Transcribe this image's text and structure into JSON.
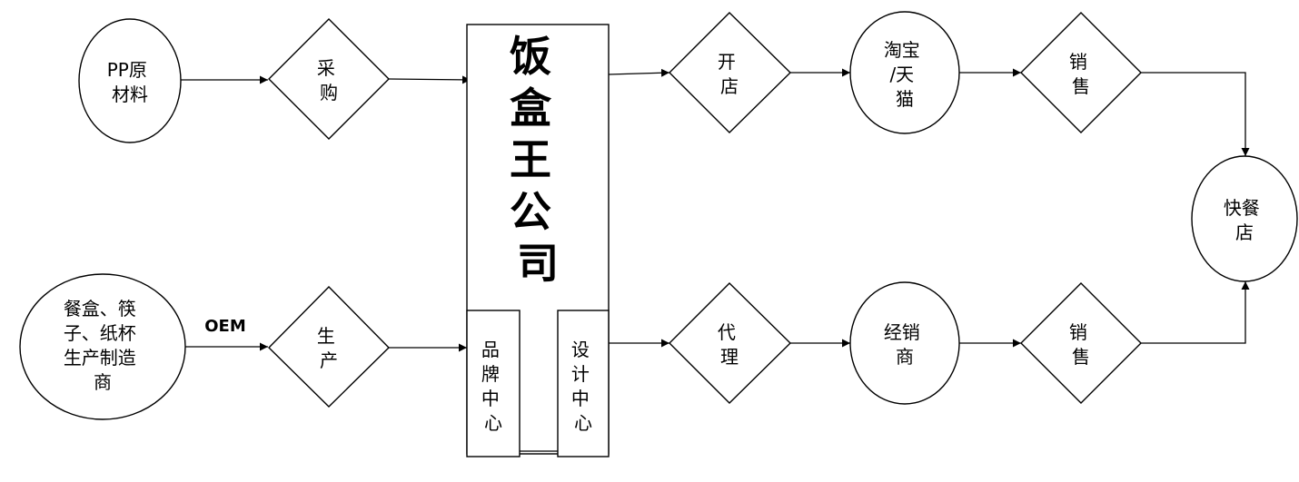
{
  "nodes": {
    "pp": [
      "PP原",
      "材料"
    ],
    "maker": [
      "餐盒、筷",
      "子、纸杯",
      "生产制造",
      "商"
    ],
    "purchase": [
      "采",
      "购"
    ],
    "produce": [
      "生",
      "产"
    ],
    "company": [
      "饭",
      "盒",
      "王",
      "公",
      "司"
    ],
    "brand": [
      "品",
      "牌",
      "中",
      "心"
    ],
    "design": [
      "设",
      "计",
      "中",
      "心"
    ],
    "open_store": [
      "开",
      "店"
    ],
    "agent": [
      "代",
      "理"
    ],
    "taobao": [
      "淘宝",
      "/天",
      "猫"
    ],
    "dealer": [
      "经销",
      "商"
    ],
    "sale_top": [
      "销",
      "售"
    ],
    "sale_bottom": [
      "销",
      "售"
    ],
    "fastfood": [
      "快餐",
      "店"
    ]
  },
  "edge_labels": {
    "oem": "OEM"
  }
}
